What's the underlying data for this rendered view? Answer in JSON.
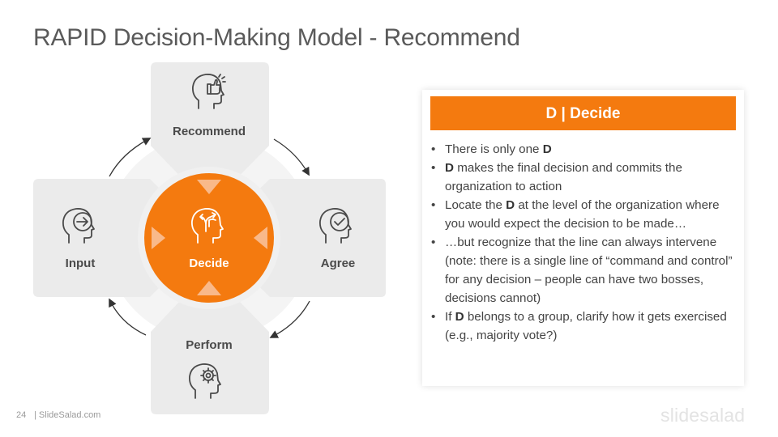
{
  "slide": {
    "title": "RAPID Decision-Making Model - Recommend",
    "page_number": "24",
    "site": "| SlideSalad.com",
    "logo": "slidesalad"
  },
  "diagram": {
    "center_label": "Decide",
    "nodes": {
      "recommend": "Recommend",
      "agree": "Agree",
      "perform": "Perform",
      "input": "Input"
    },
    "colors": {
      "accent": "#f47a0f",
      "node_fill": "#ebebeb",
      "ring": "#f3f3f3",
      "icon": "#4a4a4a"
    }
  },
  "panel": {
    "header": "D | Decide",
    "bullets": [
      [
        {
          "t": "There is only one "
        },
        {
          "t": "D",
          "b": true
        }
      ],
      [
        {
          "t": "D",
          "b": true
        },
        {
          "t": " makes the final decision and commits the organization to action"
        }
      ],
      [
        {
          "t": "Locate the "
        },
        {
          "t": "D",
          "b": true
        },
        {
          "t": " at the level of the organization where you would expect the decision to be made…"
        }
      ],
      [
        {
          "t": "…but recognize that the line can always intervene (note: there is a single line of “command and control” for any decision – people can have two bosses, decisions cannot)"
        }
      ],
      [
        {
          "t": "If "
        },
        {
          "t": "D",
          "b": true
        },
        {
          "t": " belongs to a group, clarify how it gets exercised (e.g., majority vote?)"
        }
      ]
    ]
  }
}
